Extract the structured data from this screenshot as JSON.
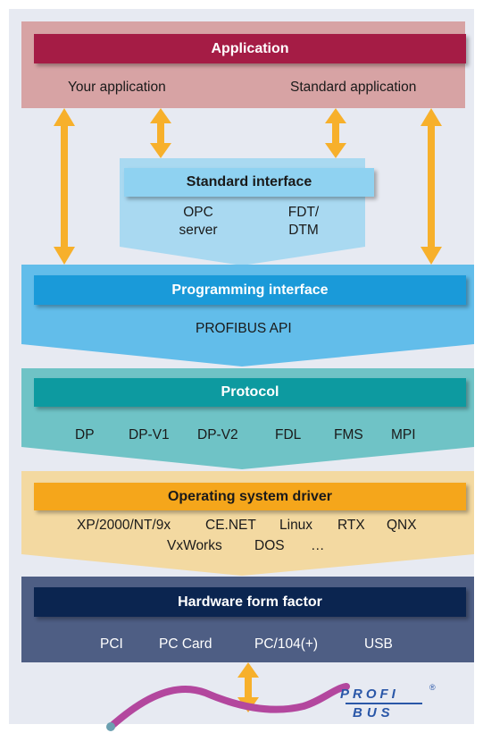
{
  "layers": {
    "application": {
      "title": "Application",
      "items": [
        "Your application",
        "Standard application"
      ]
    },
    "standard_interface": {
      "title": "Standard interface",
      "items": [
        "OPC server",
        "FDT/ DTM"
      ]
    },
    "programming_interface": {
      "title": "Programming interface",
      "items": [
        "PROFIBUS API"
      ]
    },
    "protocol": {
      "title": "Protocol",
      "items": [
        "DP",
        "DP-V1",
        "DP-V2",
        "FDL",
        "FMS",
        "MPI"
      ]
    },
    "os_driver": {
      "title": "Operating system driver",
      "items": [
        "XP/2000/NT/9x",
        "CE.NET",
        "Linux",
        "RTX",
        "QNX",
        "VxWorks",
        "DOS",
        "…"
      ]
    },
    "hardware": {
      "title": "Hardware form factor",
      "items": [
        "PCI",
        "PC Card",
        "PC/104(+)",
        "USB"
      ]
    }
  },
  "logo": {
    "line1": "PROFI",
    "line2": "BUS",
    "mark": "®"
  },
  "colors": {
    "application_band": "#d7a3a4",
    "application_title": "#a51c45",
    "standard_band": "#a9d9f1",
    "standard_title": "#8fd2f1",
    "programming_band": "#62bdea",
    "programming_title": "#1a9ad9",
    "protocol_band": "#6fc3c6",
    "protocol_title": "#0d9aa0",
    "os_band": "#f3d9a1",
    "os_title": "#f5a61b",
    "hardware_band": "#4e5e84",
    "hardware_title": "#0b2550",
    "arrow": "#f7b02b",
    "cable": "#b3479e",
    "logo": "#2a57a8"
  }
}
